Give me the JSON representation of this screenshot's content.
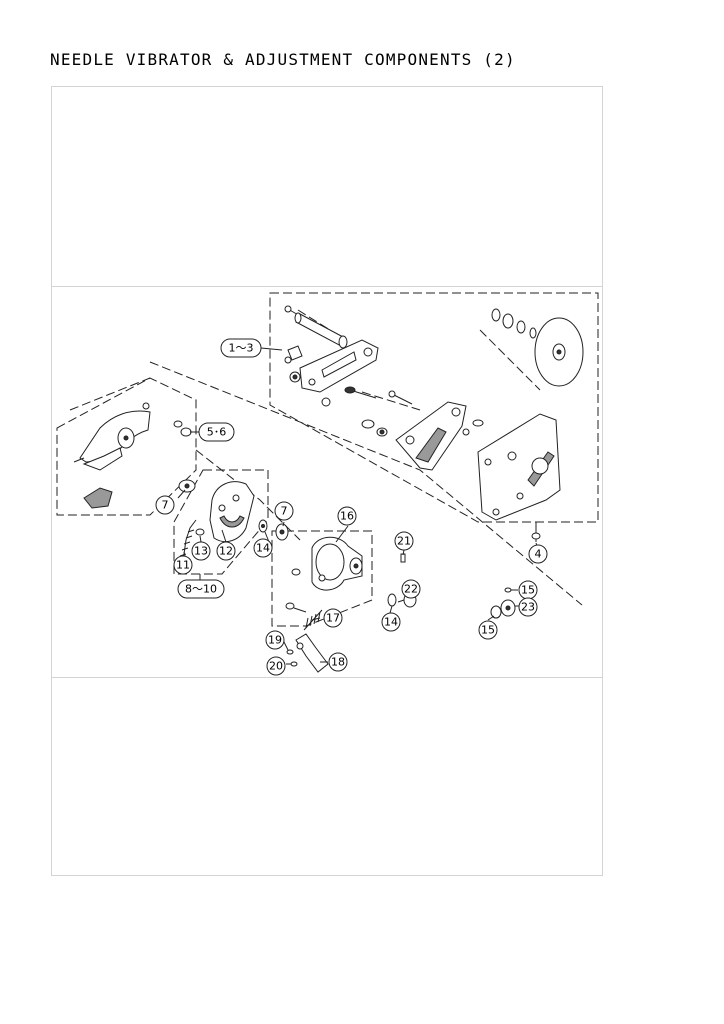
{
  "page": {
    "title": "NEEDLE VIBRATOR & ADJUSTMENT COMPONENTS (2)"
  },
  "callouts": {
    "c_1_3": "1～3",
    "c_5_6": "5･6",
    "c_7a": "7",
    "c_7b": "7",
    "c_4": "4",
    "c_8_10": "8～10",
    "c_11": "11",
    "c_12": "12",
    "c_13": "13",
    "c_14a": "14",
    "c_14b": "14",
    "c_15a": "15",
    "c_15b": "15",
    "c_16": "16",
    "c_17": "17",
    "c_18": "18",
    "c_19": "19",
    "c_20": "20",
    "c_21": "21",
    "c_22": "22",
    "c_23": "23"
  }
}
